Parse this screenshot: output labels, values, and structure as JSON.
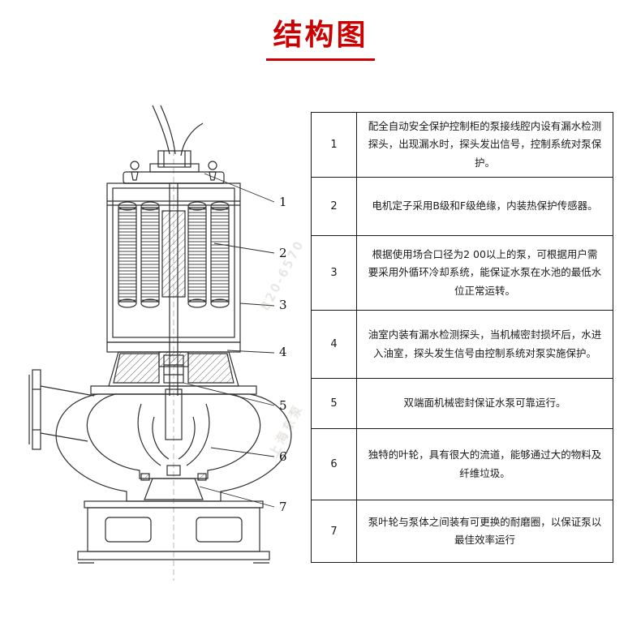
{
  "page": {
    "title": "结构图",
    "accent_color": "#cc0000"
  },
  "watermark": {
    "line1": "820-6570",
    "line2": "上海东泵"
  },
  "diagram": {
    "labels": [
      "1",
      "2",
      "3",
      "4",
      "5",
      "6",
      "7"
    ]
  },
  "table": {
    "rows": [
      {
        "num": "1",
        "text": "配全自动安全保护控制柜的泵接线腔内设有漏水检测探头，出现漏水时，探头发出信号，控制系统对泵保护。"
      },
      {
        "num": "2",
        "text": "电机定子采用B级和F级绝缘，内装热保护传感器。"
      },
      {
        "num": "3",
        "text": "根据使用场合口径为2 00以上的泵，可根据用户需要采用外循环冷却系统，能保证水泵在水池的最低水位正常运转。"
      },
      {
        "num": "4",
        "text": "油室内装有漏水检测探头，当机械密封损坏后，水进入油室，探头发生信号由控制系统对泵实施保护。"
      },
      {
        "num": "5",
        "text": "双端面机械密封保证水泵可靠运行。"
      },
      {
        "num": "6",
        "text": "独特的叶轮，具有很大的流道，能够通过大的物料及纤维垃圾。"
      },
      {
        "num": "7",
        "text": "泵叶轮与泵体之间装有可更换的耐磨圈，以保证泵以最佳效率运行"
      }
    ]
  }
}
